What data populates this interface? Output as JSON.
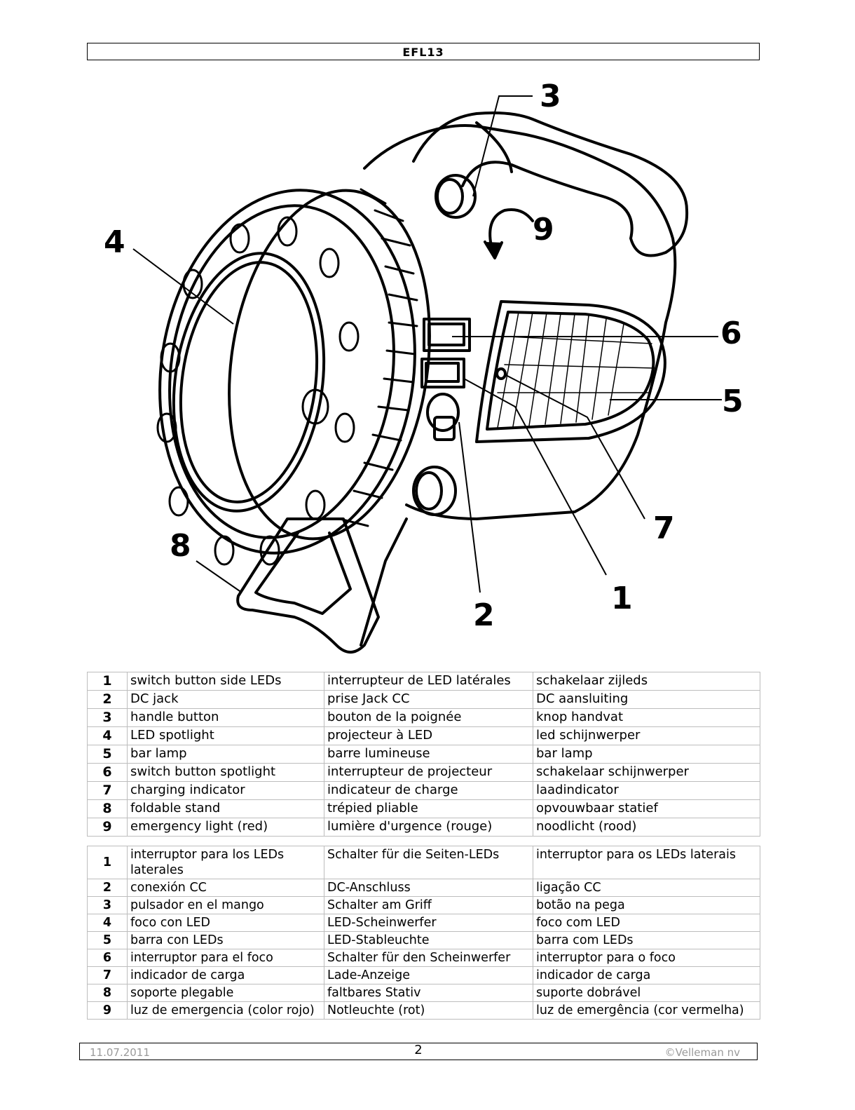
{
  "header": {
    "title": "EFL13"
  },
  "figure": {
    "callouts": [
      "1",
      "2",
      "3",
      "4",
      "5",
      "6",
      "7",
      "8",
      "9"
    ]
  },
  "table1": {
    "rows": [
      {
        "num": "1",
        "en": "switch button side LEDs",
        "fr": "interrupteur de LED latérales",
        "nl": "schakelaar zijleds"
      },
      {
        "num": "2",
        "en": "DC jack",
        "fr": "prise Jack CC",
        "nl": "DC aansluiting"
      },
      {
        "num": "3",
        "en": "handle button",
        "fr": "bouton de la poignée",
        "nl": "knop handvat"
      },
      {
        "num": "4",
        "en": "LED spotlight",
        "fr": "projecteur à LED",
        "nl": "led schijnwerper"
      },
      {
        "num": "5",
        "en": "bar lamp",
        "fr": "barre lumineuse",
        "nl": "bar lamp"
      },
      {
        "num": "6",
        "en": "switch button spotlight",
        "fr": "interrupteur de projecteur",
        "nl": "schakelaar schijnwerper"
      },
      {
        "num": "7",
        "en": "charging indicator",
        "fr": "indicateur de charge",
        "nl": "laadindicator"
      },
      {
        "num": "8",
        "en": "foldable stand",
        "fr": "trépied pliable",
        "nl": "opvouwbaar statief"
      },
      {
        "num": "9",
        "en": "emergency light (red)",
        "fr": "lumière d'urgence (rouge)",
        "nl": "noodlicht (rood)"
      }
    ]
  },
  "table2": {
    "rows": [
      {
        "num": "1",
        "es": "interruptor para los LEDs laterales",
        "de": "Schalter für die Seiten-LEDs",
        "pt": "interruptor para os LEDs laterais"
      },
      {
        "num": "2",
        "es": "conexión CC",
        "de": "DC-Anschluss",
        "pt": "ligação CC"
      },
      {
        "num": "3",
        "es": "pulsador en el mango",
        "de": "Schalter am Griff",
        "pt": "botão na pega"
      },
      {
        "num": "4",
        "es": "foco con LED",
        "de": "LED-Scheinwerfer",
        "pt": "foco com LED"
      },
      {
        "num": "5",
        "es": "barra con LEDs",
        "de": "LED-Stableuchte",
        "pt": "barra com LEDs"
      },
      {
        "num": "6",
        "es": "interruptor para el foco",
        "de": "Schalter für den Scheinwerfer",
        "pt": "interruptor para o foco"
      },
      {
        "num": "7",
        "es": "indicador de carga",
        "de": "Lade-Anzeige",
        "pt": "indicador de carga"
      },
      {
        "num": "8",
        "es": "soporte plegable",
        "de": "faltbares Stativ",
        "pt": "suporte dobrável"
      },
      {
        "num": "9",
        "es": "luz de emergencia (color rojo)",
        "de": "Notleuchte (rot)",
        "pt": "luz de emergência (cor vermelha)"
      }
    ]
  },
  "footer": {
    "date": "11.07.2011",
    "page": "2",
    "copyright": "©Velleman nv"
  }
}
